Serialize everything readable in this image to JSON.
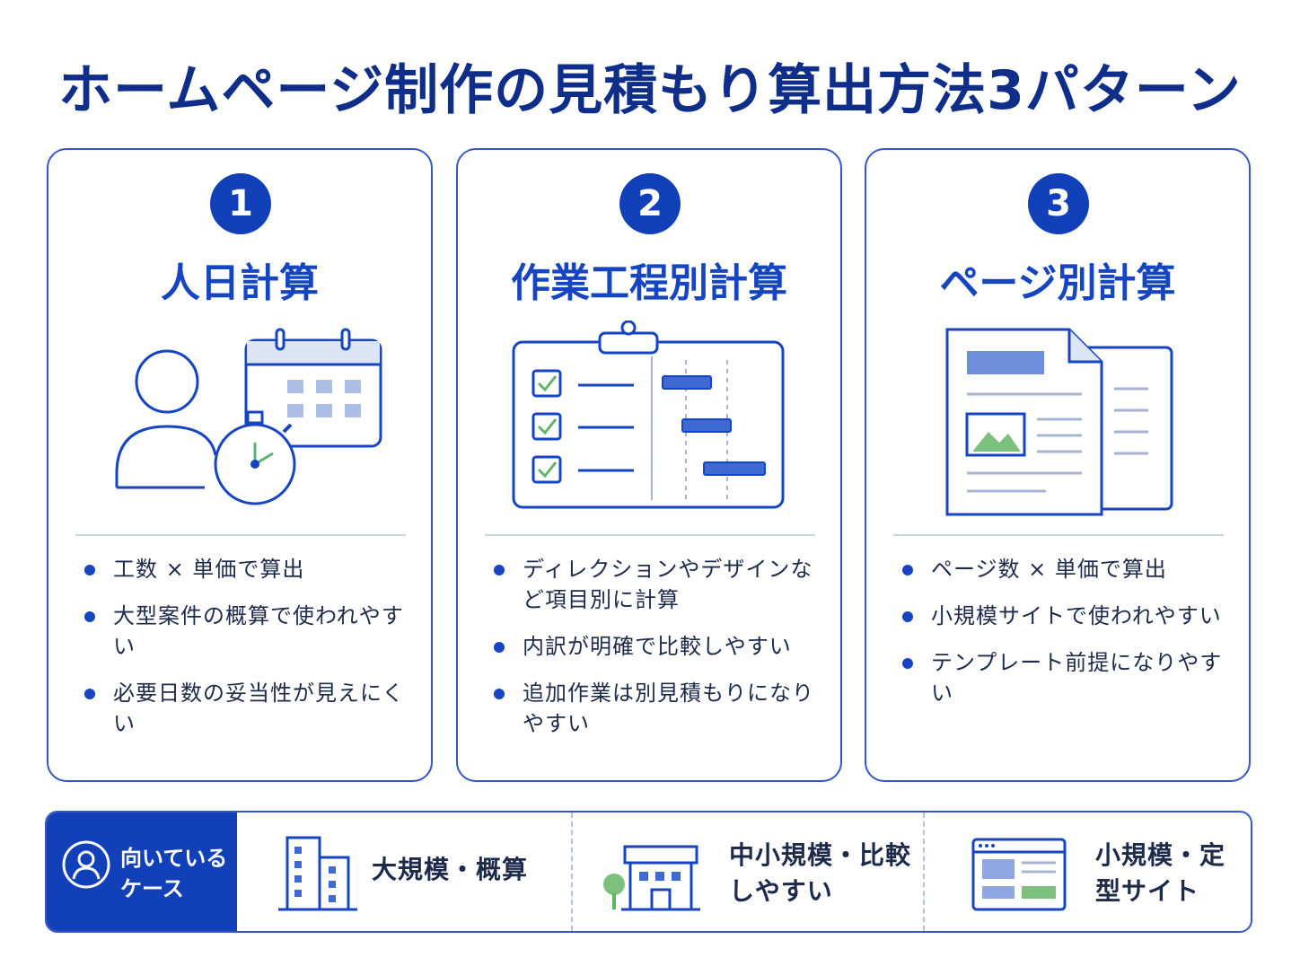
{
  "title": "ホームページ制作の見積もり算出方法3パターン",
  "colors": {
    "primary": "#1240b8",
    "accent_blue": "#1545c0",
    "check_green": "#5fb36a"
  },
  "cards": [
    {
      "number": "1",
      "title": "人日計算",
      "icon": "person-calendar-stopwatch-icon",
      "bullets": [
        "工数 × 単価で算出",
        "大型案件の概算で使われやすい",
        "必要日数の妥当性が見えにくい"
      ]
    },
    {
      "number": "2",
      "title": "作業工程別計算",
      "icon": "clipboard-gantt-checklist-icon",
      "bullets": [
        "ディレクションやデザインなど項目別に計算",
        "内訳が明確で比較しやすい",
        "追加作業は別見積もりになりやすい"
      ]
    },
    {
      "number": "3",
      "title": "ページ別計算",
      "icon": "pages-document-icon",
      "bullets": [
        "ページ数 × 単価で算出",
        "小規模サイトで使われやすい",
        "テンプレート前提になりやすい"
      ]
    }
  ],
  "suitable": {
    "label": "向いているケース",
    "icon": "user-circle-icon",
    "cases": [
      {
        "text": "大規模・概算",
        "icon": "office-building-icon"
      },
      {
        "text": "中小規模・比較しやすい",
        "icon": "small-building-tree-icon"
      },
      {
        "text": "小規模・定型サイト",
        "icon": "browser-window-icon"
      }
    ]
  }
}
